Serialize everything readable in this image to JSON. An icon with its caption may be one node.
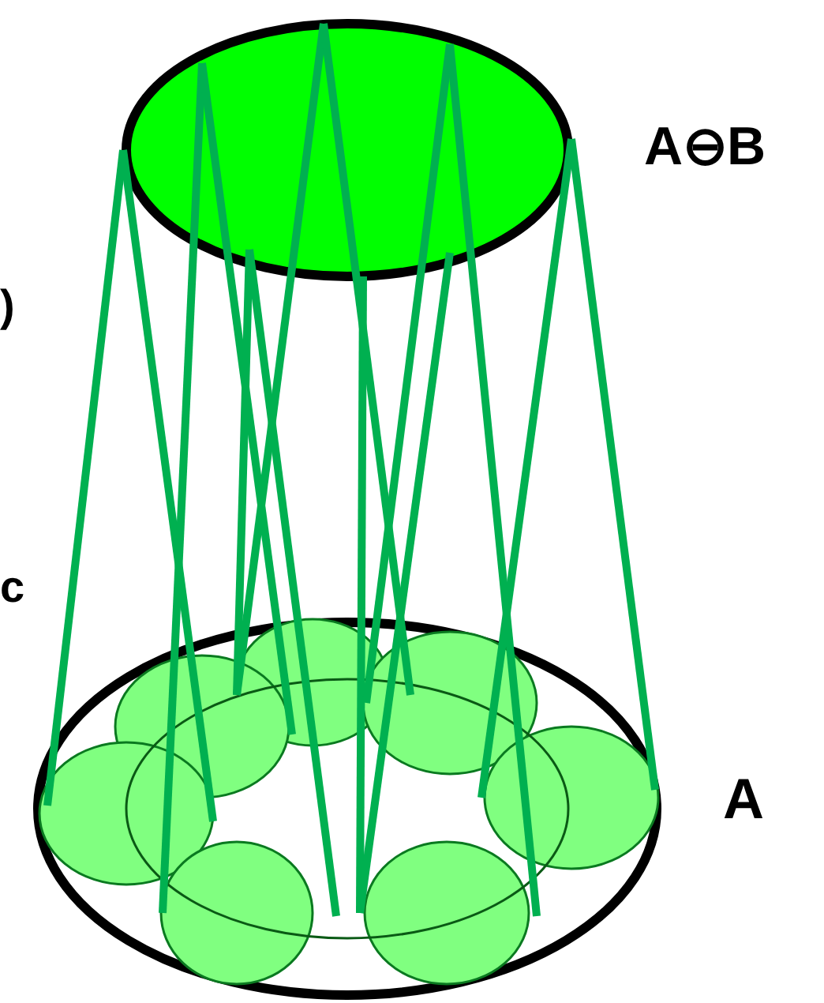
{
  "diagram": {
    "labels": [
      "A⊖B",
      ")",
      "c",
      "A"
    ]
  }
}
